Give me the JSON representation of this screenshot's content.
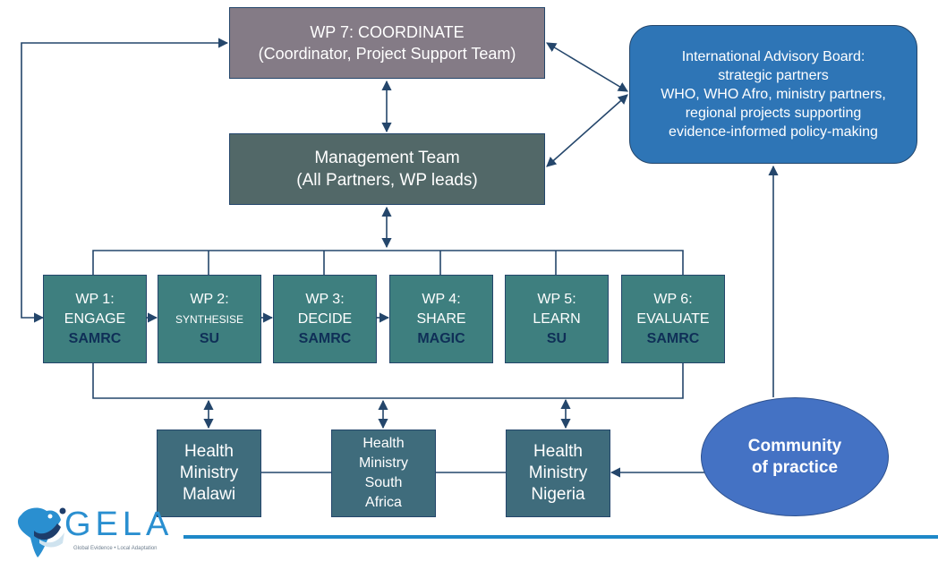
{
  "colors": {
    "line": "#24466b",
    "wp7": "#847b86",
    "management": "#526868",
    "advisory": "#2e75b6",
    "wp_box": "#3e7f7f",
    "lead_text": "#0f2f57",
    "ministry": "#3f6c7c",
    "community": "#4472c4",
    "brand": "#1e88c8"
  },
  "wp7": {
    "line1": "WP 7: COORDINATE",
    "line2": "(Coordinator, Project Support Team)"
  },
  "management": {
    "line1": "Management Team",
    "line2": "(All Partners, WP leads)"
  },
  "advisory_board": {
    "lines": [
      "International Advisory Board:",
      "strategic partners",
      "WHO, WHO Afro, ministry partners,",
      "regional projects supporting",
      "evidence-informed policy-making"
    ]
  },
  "work_packages": [
    {
      "label": "WP 1:",
      "name": "ENGAGE",
      "lead": "SAMRC"
    },
    {
      "label": "WP 2:",
      "name": "SYNTHESISE",
      "lead": "SU"
    },
    {
      "label": "WP 3:",
      "name": "DECIDE",
      "lead": "SAMRC"
    },
    {
      "label": "WP 4:",
      "name": "SHARE",
      "lead": "MAGIC"
    },
    {
      "label": "WP 5:",
      "name": "LEARN",
      "lead": "SU"
    },
    {
      "label": "WP 6:",
      "name": "EVALUATE",
      "lead": "SAMRC"
    }
  ],
  "ministries": [
    {
      "lines": [
        "Health",
        "Ministry",
        "Malawi"
      ]
    },
    {
      "lines": [
        "Health",
        "Ministry",
        "South",
        "Africa"
      ]
    },
    {
      "lines": [
        "Health",
        "Ministry",
        "Nigeria"
      ]
    }
  ],
  "community": {
    "line1": "Community",
    "line2": "of practice"
  },
  "logo": {
    "name": "GELA",
    "tagline": "Global Evidence • Local Adaptation",
    "icon": "africa-map-icon"
  }
}
